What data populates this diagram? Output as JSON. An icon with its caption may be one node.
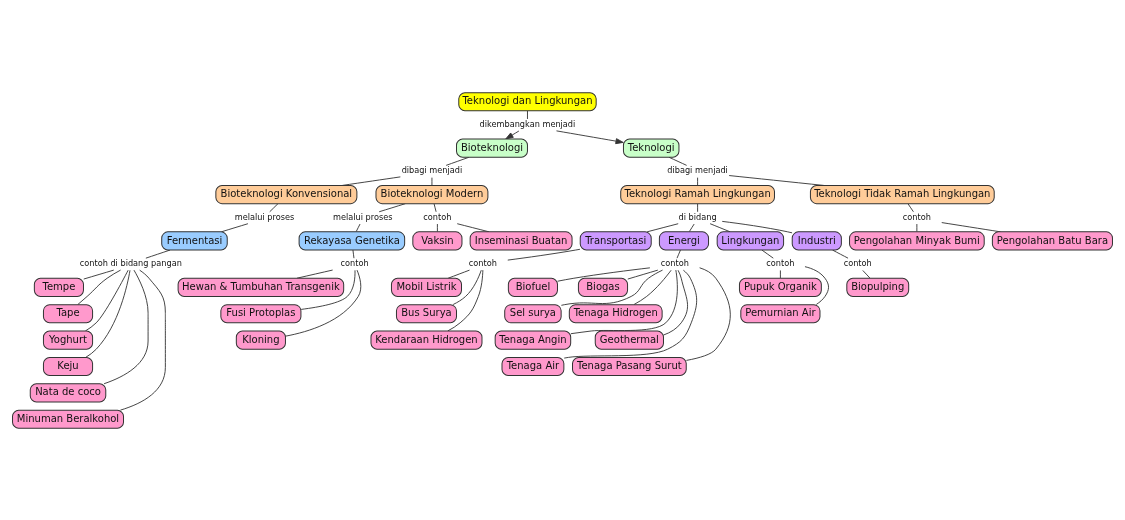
{
  "diagram": {
    "nodes": [
      {
        "text": [
          "Teknologi dan Lingkungan"
        ]
      },
      {
        "text": [
          "dikembangkan menjadi"
        ]
      },
      {
        "text": [
          "Bioteknologi"
        ]
      },
      {
        "text": [
          "Teknologi"
        ]
      },
      {
        "text": [
          "dibagi menjadi"
        ]
      },
      {
        "text": [
          "dibagi menjadi"
        ]
      },
      {
        "text": [
          "Bioteknologi Konvensional"
        ]
      },
      {
        "text": [
          "Bioteknologi Modern"
        ]
      },
      {
        "text": [
          "Teknologi Ramah Lingkungan"
        ]
      },
      {
        "text": [
          "Teknologi Tidak Ramah Lingkungan"
        ]
      },
      {
        "text": [
          "melalui proses"
        ]
      },
      {
        "text": [
          "melalui proses"
        ]
      },
      {
        "text": [
          "contoh"
        ]
      },
      {
        "text": [
          "di bidang"
        ]
      },
      {
        "text": [
          "contoh"
        ]
      },
      {
        "text": [
          "Fermentasi"
        ]
      },
      {
        "text": [
          "Rekayasa Genetika"
        ]
      },
      {
        "text": [
          "Vaksin"
        ]
      },
      {
        "text": [
          "Inseminasi Buatan"
        ]
      },
      {
        "text": [
          "Transportasi"
        ]
      },
      {
        "text": [
          "Energi"
        ]
      },
      {
        "text": [
          "Lingkungan"
        ]
      },
      {
        "text": [
          "Industri"
        ]
      },
      {
        "text": [
          "Pengolahan Minyak Bumi"
        ]
      },
      {
        "text": [
          "Pengolahan Batu Bara"
        ]
      },
      {
        "text": [
          "contoh di bidang pangan"
        ]
      },
      {
        "text": [
          "contoh"
        ]
      },
      {
        "text": [
          "contoh"
        ]
      },
      {
        "text": [
          "contoh"
        ]
      },
      {
        "text": [
          "contoh"
        ]
      },
      {
        "text": [
          "contoh"
        ]
      },
      {
        "text": [
          "Tempe"
        ]
      },
      {
        "text": [
          "Tape"
        ]
      },
      {
        "text": [
          "Yoghurt"
        ]
      },
      {
        "text": [
          "Keju"
        ]
      },
      {
        "text": [
          "Nata de coco"
        ]
      },
      {
        "text": [
          "Minuman Beralkohol"
        ]
      },
      {
        "text": [
          "Hewan & Tumbuhan Transgenik"
        ]
      },
      {
        "text": [
          "Fusi Protoplas"
        ]
      },
      {
        "text": [
          "Kloning"
        ]
      },
      {
        "text": [
          "Mobil Listrik"
        ]
      },
      {
        "text": [
          "Bus Surya"
        ]
      },
      {
        "text": [
          "Kendaraan Hidrogen"
        ]
      },
      {
        "text": [
          "Biofuel"
        ]
      },
      {
        "text": [
          "Biogas"
        ]
      },
      {
        "text": [
          "Sel surya"
        ]
      },
      {
        "text": [
          "Tenaga Hidrogen"
        ]
      },
      {
        "text": [
          "Tenaga Angin"
        ]
      },
      {
        "text": [
          "Geothermal"
        ]
      },
      {
        "text": [
          "Tenaga Air"
        ]
      },
      {
        "text": [
          "Tenaga Pasang Surut"
        ]
      },
      {
        "text": [
          "Pupuk Organik"
        ]
      },
      {
        "text": [
          "Pemurnian Air"
        ]
      },
      {
        "text": [
          "Biopulping"
        ]
      }
    ],
    "edges": [
      {
        "from": 0,
        "to": 1,
        "arrow": "none"
      },
      {
        "from": 1,
        "to": 2,
        "arrow": "to"
      },
      {
        "from": 1,
        "to": 3,
        "arrow": "to"
      },
      {
        "from": 2,
        "to": 4,
        "arrow": "none"
      },
      {
        "from": 4,
        "to": 6,
        "arrow": "none"
      },
      {
        "from": 4,
        "to": 7,
        "arrow": "none"
      },
      {
        "from": 3,
        "to": 5,
        "arrow": "none"
      },
      {
        "from": 5,
        "to": 8,
        "arrow": "none"
      },
      {
        "from": 5,
        "to": 9,
        "arrow": "none"
      },
      {
        "from": 6,
        "to": 10,
        "arrow": "none"
      },
      {
        "from": 10,
        "to": 15,
        "arrow": "none"
      },
      {
        "from": 7,
        "to": 11,
        "arrow": "none"
      },
      {
        "from": 11,
        "to": 16,
        "arrow": "none"
      },
      {
        "from": 7,
        "to": 12,
        "arrow": "none"
      },
      {
        "from": 12,
        "to": 17,
        "arrow": "none"
      },
      {
        "from": 12,
        "to": 18,
        "arrow": "none"
      },
      {
        "from": 8,
        "to": 13,
        "arrow": "none"
      },
      {
        "from": 13,
        "to": 19,
        "arrow": "none"
      },
      {
        "from": 13,
        "to": 20,
        "arrow": "none"
      },
      {
        "from": 13,
        "to": 21,
        "arrow": "none"
      },
      {
        "from": 13,
        "to": 22,
        "arrow": "none"
      },
      {
        "from": 9,
        "to": 14,
        "arrow": "none"
      },
      {
        "from": 14,
        "to": 23,
        "arrow": "none"
      },
      {
        "from": 14,
        "to": 24,
        "arrow": "none"
      },
      {
        "from": 15,
        "to": 25,
        "arrow": "none"
      },
      {
        "from": 25,
        "to": 31,
        "arrow": "none"
      },
      {
        "from": 25,
        "to": 32,
        "arrow": "none"
      },
      {
        "from": 25,
        "to": 33,
        "arrow": "none"
      },
      {
        "from": 25,
        "to": 34,
        "arrow": "none"
      },
      {
        "from": 25,
        "to": 35,
        "arrow": "none"
      },
      {
        "from": 25,
        "to": 36,
        "arrow": "none"
      },
      {
        "from": 16,
        "to": 26,
        "arrow": "none"
      },
      {
        "from": 26,
        "to": 37,
        "arrow": "none"
      },
      {
        "from": 26,
        "to": 38,
        "arrow": "none"
      },
      {
        "from": 26,
        "to": 39,
        "arrow": "none"
      },
      {
        "from": 19,
        "to": 27,
        "arrow": "none"
      },
      {
        "from": 27,
        "to": 40,
        "arrow": "none"
      },
      {
        "from": 27,
        "to": 41,
        "arrow": "none"
      },
      {
        "from": 27,
        "to": 42,
        "arrow": "none"
      },
      {
        "from": 20,
        "to": 28,
        "arrow": "none"
      },
      {
        "from": 28,
        "to": 43,
        "arrow": "none"
      },
      {
        "from": 28,
        "to": 44,
        "arrow": "none"
      },
      {
        "from": 28,
        "to": 45,
        "arrow": "none"
      },
      {
        "from": 28,
        "to": 46,
        "arrow": "none"
      },
      {
        "from": 28,
        "to": 47,
        "arrow": "none"
      },
      {
        "from": 28,
        "to": 48,
        "arrow": "none"
      },
      {
        "from": 28,
        "to": 49,
        "arrow": "none"
      },
      {
        "from": 28,
        "to": 50,
        "arrow": "none"
      },
      {
        "from": 21,
        "to": 29,
        "arrow": "none"
      },
      {
        "from": 29,
        "to": 51,
        "arrow": "none"
      },
      {
        "from": 29,
        "to": 52,
        "arrow": "none"
      },
      {
        "from": 22,
        "to": 30,
        "arrow": "none"
      },
      {
        "from": 30,
        "to": 53,
        "arrow": "none"
      }
    ]
  }
}
